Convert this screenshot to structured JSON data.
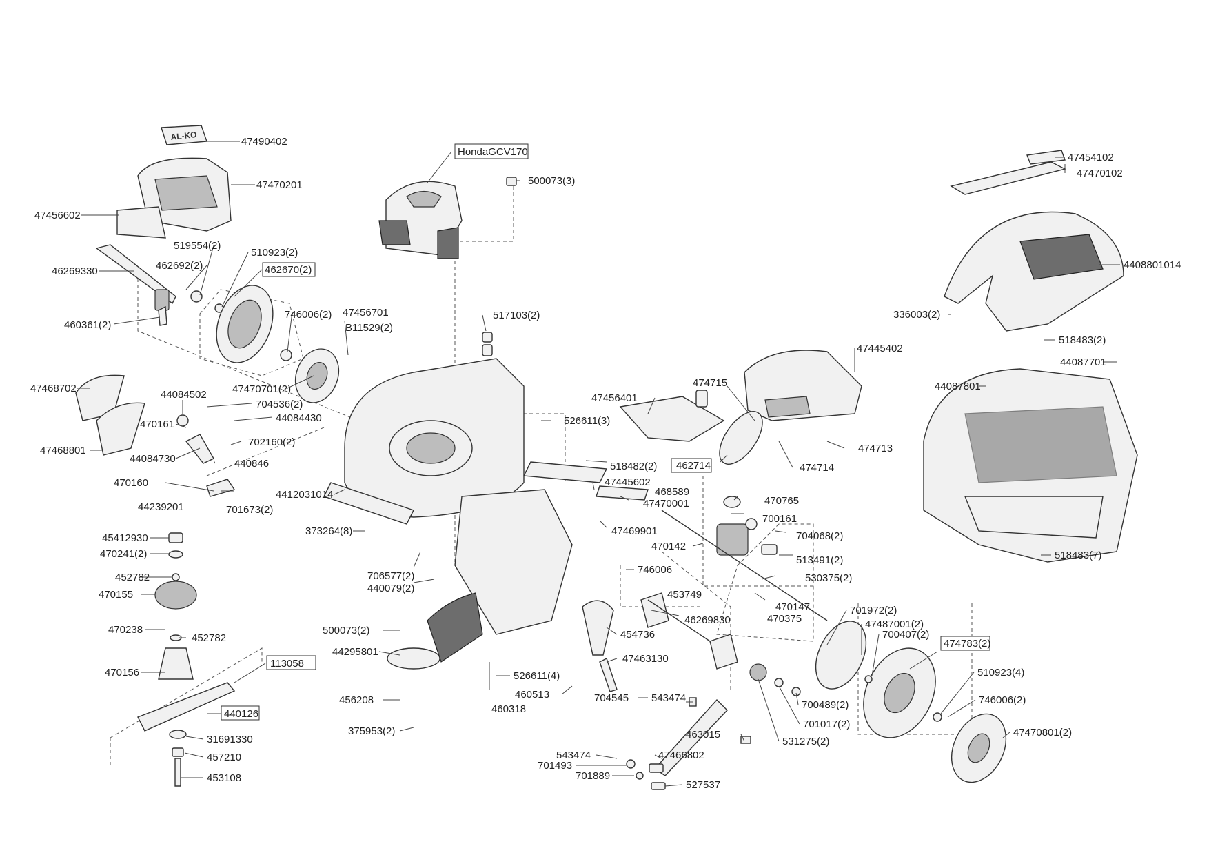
{
  "engine_label": "HondaGCV170",
  "logo_text": "AL-KO",
  "parts": {
    "p47490402": "47490402",
    "p47470201": "47470201",
    "p47456602": "47456602",
    "p519554": "519554(2)",
    "p510923a": "510923(2)",
    "p462670": "462670(2)",
    "p462692": "462692(2)",
    "p46269330": "46269330",
    "p746006a": "746006(2)",
    "p460361": "460361(2)",
    "p47456701": "47456701",
    "p8111529": "B11529(2)",
    "p517103": "517103(2)",
    "p500073a": "500073(3)",
    "p47468702": "47468702",
    "p44084502": "44084502",
    "p47470701": "47470701(2)",
    "p704536": "704536(2)",
    "p44084430": "44084430",
    "p470161": "470161",
    "p702160": "702160(2)",
    "p47468801": "47468801",
    "p44084730": "44084730",
    "p440846": "440846",
    "p470160": "470160",
    "p44239201": "44239201",
    "p701673": "701673(2)",
    "p4412031014": "4412031014",
    "p373264": "373264(8)",
    "p526611a": "526611(3)",
    "p47456401": "47456401",
    "p474715": "474715",
    "p47445402": "47445402",
    "p474713": "474713",
    "p474714": "474714",
    "p462714": "462714",
    "p518482": "518482(2)",
    "p47445602": "47445602",
    "p468589": "468589",
    "p47470001": "47470001",
    "p47469901": "47469901",
    "p470765": "470765",
    "p700161": "700161",
    "p704068": "704068(2)",
    "p470142": "470142",
    "p513491": "513491(2)",
    "p530375": "530375(2)",
    "p746006b": "746006",
    "p453749": "453749",
    "p470147": "470147",
    "p470375": "470375",
    "p46269830": "46269830",
    "p454736": "454736",
    "p47463130": "47463130",
    "p47454102": "47454102",
    "p47470102": "47470102",
    "p4408801014": "4408801014",
    "p336003": "336003(2)",
    "p518483a": "518483(2)",
    "p44087701": "44087701",
    "p44087801": "44087801",
    "p518483b": "518483(7)",
    "p45412930": "45412930",
    "p470241": "470241(2)",
    "p452782a": "452782",
    "p470155": "470155",
    "p470238": "470238",
    "p452782b": "452782",
    "p470156": "470156",
    "p113058": "113058",
    "p440126": "440126",
    "p31691330": "31691330",
    "p457210": "457210",
    "p453108": "453108",
    "p706577": "706577(2)",
    "p440079": "440079(2)",
    "p500073b": "500073(2)",
    "p44295801": "44295801",
    "p456208": "456208",
    "p375953": "375953(2)",
    "p526611b": "526611(4)",
    "p460513": "460513",
    "p460318": "460318",
    "p704545": "704545",
    "p543474a": "543474",
    "p463015": "463015",
    "p543474b": "543474",
    "p701493": "701493",
    "p701889": "701889",
    "p47466802": "47466802",
    "p527537": "527537",
    "p531275": "531275(2)",
    "p701017": "701017(2)",
    "p700489": "700489(2)",
    "p701972": "701972(2)",
    "p47487001": "47487001(2)",
    "p700407": "700407(2)",
    "p474783": "474783(2)",
    "p510923b": "510923(4)",
    "p746006c": "746006(2)",
    "p47470801": "47470801(2)"
  }
}
